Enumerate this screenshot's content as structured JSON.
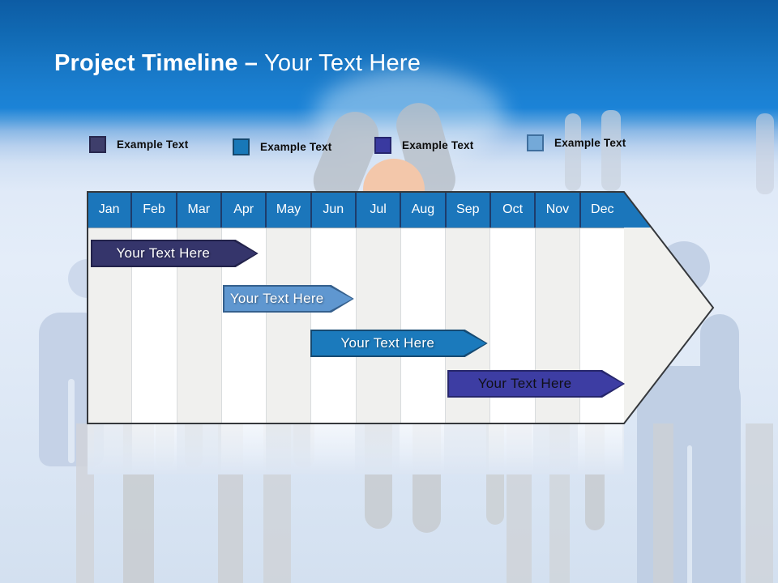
{
  "slide": {
    "title": {
      "bold": "Project Timeline",
      "separator": "–",
      "regular": "Your Text Here"
    }
  },
  "legend": {
    "items": [
      {
        "label": "Example Text",
        "color": "#3e3e6b",
        "border": "#28284e"
      },
      {
        "label": "Example Text",
        "color": "#1878b8",
        "border": "#14486e"
      },
      {
        "label": "Example Text",
        "color": "#3a3aa0",
        "border": "#26266e"
      },
      {
        "label": "Example Text",
        "color": "#74a9d8",
        "border": "#3f6f9e"
      }
    ]
  },
  "chart_data": {
    "type": "gantt",
    "title": "Project Timeline – Your Text Here",
    "categories": [
      "Jan",
      "Feb",
      "Mar",
      "Apr",
      "May",
      "Jun",
      "Jul",
      "Aug",
      "Sep",
      "Oct",
      "Nov",
      "Dec"
    ],
    "header_color": "#1b76bb",
    "alt_column_color": "#f0f0ee",
    "column_color": "#ffffff",
    "bars": [
      {
        "label": "Your Text Here",
        "start_month": 0.07,
        "end_month": 3.82,
        "row": 0,
        "color": "#35356b",
        "border": "#22224a",
        "text_color": "light"
      },
      {
        "label": "Your Text Here",
        "start_month": 3.02,
        "end_month": 5.96,
        "row": 1,
        "color": "#5f97d0",
        "border": "#35608d",
        "text_color": "light"
      },
      {
        "label": "Your Text Here",
        "start_month": 4.98,
        "end_month": 8.95,
        "row": 2,
        "color": "#1b7abc",
        "border": "#164a72",
        "text_color": "light"
      },
      {
        "label": "Your Text Here",
        "start_month": 8.05,
        "end_month": 12.02,
        "row": 3,
        "color": "#3d3da3",
        "border": "#26266b",
        "text_color": "dark"
      }
    ],
    "layout": "months as columns across a right-pointing arrow; bars are right-pointing arrow shapes"
  }
}
